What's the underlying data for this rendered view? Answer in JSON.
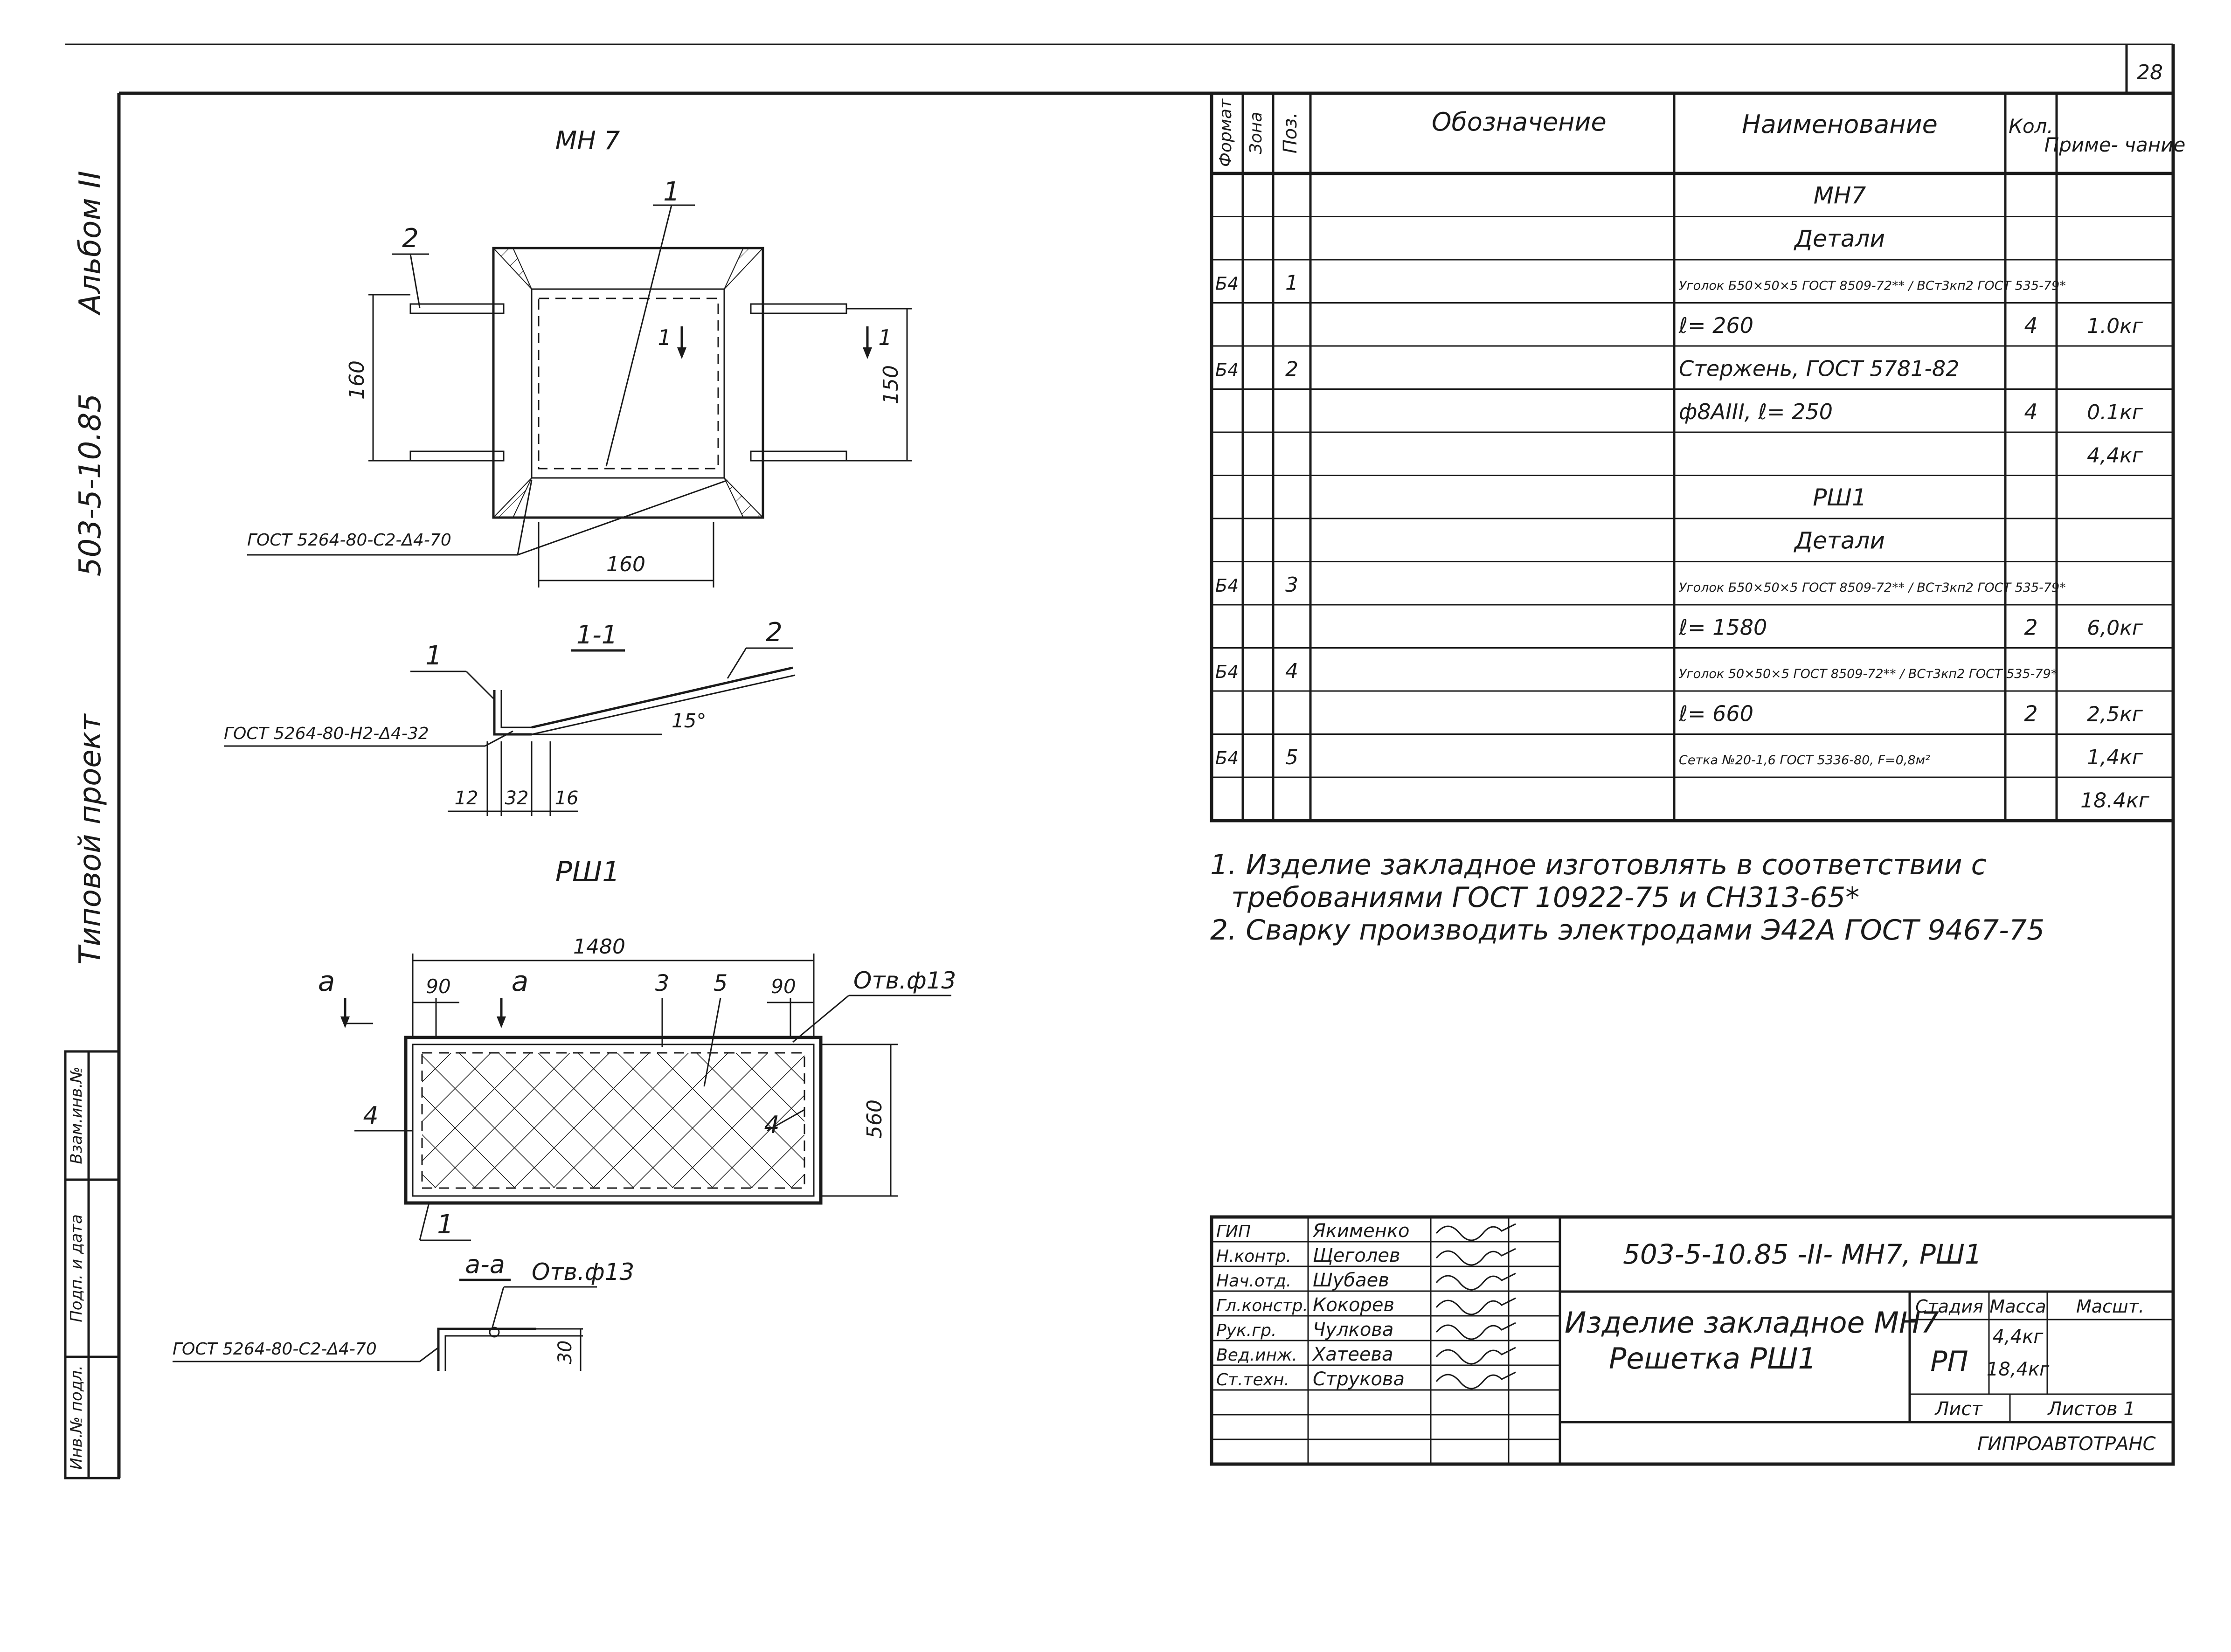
{
  "sheet_number": "28",
  "side_frame": {
    "album": "Альбом II",
    "project_code": "503-5-10.85",
    "project_type": "Типовой проект",
    "stamp_fields": [
      "Взам.инв.№",
      "Подп. и дата",
      "Инв.№ подл."
    ]
  },
  "drawing": {
    "mn7": {
      "title": "МН 7",
      "pos1": "1",
      "pos2": "2",
      "dim_160_left": "160",
      "dim_150_right": "150",
      "dim_160_bottom": "160",
      "section_mark": "1",
      "weld": "ГОСТ 5264-80-С2-Δ4-70"
    },
    "section_1_1": {
      "title": "1-1",
      "pos1": "1",
      "pos2": "2",
      "weld": "ГОСТ 5264-80-Н2-Δ4-32",
      "angle": "15°",
      "dims": [
        "12",
        "32",
        "16"
      ]
    },
    "rsh1": {
      "title": "РШ1",
      "dim_width": "1480",
      "dim_left": "90",
      "dim_right": "90",
      "dim_height": "560",
      "section_mark": "а",
      "pos1": "1",
      "pos3": "3",
      "pos4_left": "4",
      "pos4_right": "4",
      "pos5": "5",
      "hole": "Отв.ф13"
    },
    "section_a_a": {
      "title": "а-а",
      "hole": "Отв.ф13",
      "weld": "ГОСТ 5264-80-С2-Δ4-70",
      "dim": "30"
    }
  },
  "spec_table": {
    "headers": {
      "format": "Формат",
      "zone": "Зона",
      "pos": "Поз.",
      "designation": "Обозначение",
      "name": "Наименование",
      "qty": "Кол.",
      "note": "Приме-\nчание"
    },
    "rows": [
      {
        "format": "",
        "pos": "",
        "name": "МН7",
        "qty": "",
        "note": ""
      },
      {
        "format": "",
        "pos": "",
        "name": "Детали",
        "qty": "",
        "note": ""
      },
      {
        "format": "Б4",
        "pos": "1",
        "name": "Уголок Б50×50×5 ГОСТ 8509-72** / ВСт3кп2 ГОСТ 535-79*",
        "qty": "",
        "note": ""
      },
      {
        "format": "",
        "pos": "",
        "name": "ℓ= 260",
        "qty": "4",
        "note": "1.0кг"
      },
      {
        "format": "Б4",
        "pos": "2",
        "name": "Стержень, ГОСТ 5781-82",
        "qty": "",
        "note": ""
      },
      {
        "format": "",
        "pos": "",
        "name": "ф8АIII, ℓ= 250",
        "qty": "4",
        "note": "0.1кг"
      },
      {
        "format": "",
        "pos": "",
        "name": "",
        "qty": "",
        "note": "4,4кг"
      },
      {
        "format": "",
        "pos": "",
        "name": "РШ1",
        "qty": "",
        "note": ""
      },
      {
        "format": "",
        "pos": "",
        "name": "Детали",
        "qty": "",
        "note": ""
      },
      {
        "format": "Б4",
        "pos": "3",
        "name": "Уголок Б50×50×5 ГОСТ 8509-72** / ВСт3кп2 ГОСТ 535-79*",
        "qty": "",
        "note": ""
      },
      {
        "format": "",
        "pos": "",
        "name": "ℓ= 1580",
        "qty": "2",
        "note": "6,0кг"
      },
      {
        "format": "Б4",
        "pos": "4",
        "name": "Уголок 50×50×5 ГОСТ 8509-72** / ВСт3кп2 ГОСТ 535-79*",
        "qty": "",
        "note": ""
      },
      {
        "format": "",
        "pos": "",
        "name": "ℓ= 660",
        "qty": "2",
        "note": "2,5кг"
      },
      {
        "format": "Б4",
        "pos": "5",
        "name": "Сетка №20-1,6 ГОСТ 5336-80, F=0,8м²",
        "qty": "",
        "note": "1,4кг"
      },
      {
        "format": "",
        "pos": "",
        "name": "",
        "qty": "",
        "note": "18.4кг"
      }
    ]
  },
  "notes": [
    "1. Изделие закладное изготовлять в соответствии с",
    "требованиями ГОСТ 10922-75 и СН313-65*",
    "2. Сварку производить электродами Э42А ГОСТ 9467-75"
  ],
  "title_block": {
    "code": "503-5-10.85 -II- МН7, РШ1",
    "title_line1": "Изделие закладное МН7",
    "title_line2": "Решетка РШ1",
    "stage_label": "Стадия",
    "mass_label": "Масса",
    "scale_label": "Масшт.",
    "stage": "РП",
    "mass1": "4,4кг",
    "mass2": "18,4кг",
    "sheet_label": "Лист",
    "sheets_label": "Листов 1",
    "organization": "ГИПРОАВТОТРАНС",
    "people": [
      {
        "role": "ГИП",
        "name": "Якименко"
      },
      {
        "role": "Н.контр.",
        "name": "Щеголев"
      },
      {
        "role": "Нач.отд.",
        "name": "Шубаев"
      },
      {
        "role": "Гл.констр.",
        "name": "Кокорев"
      },
      {
        "role": "Рук.гр.",
        "name": "Чулкова"
      },
      {
        "role": "Вед.инж.",
        "name": "Хатеева"
      },
      {
        "role": "Ст.техн.",
        "name": "Струкова"
      }
    ]
  }
}
